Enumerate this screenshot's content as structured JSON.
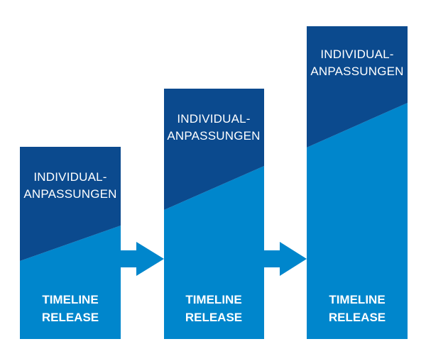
{
  "colors": {
    "dark_blue": "#0b4a8e",
    "light_blue": "#0086cc",
    "background": "#ffffff"
  },
  "columns": [
    {
      "top_line1": "INDIVIDUAL-",
      "top_line2": "ANPASSUNGEN",
      "bottom_line1": "TIMELINE",
      "bottom_line2": "RELEASE"
    },
    {
      "top_line1": "INDIVIDUAL-",
      "top_line2": "ANPASSUNGEN",
      "bottom_line1": "TIMELINE",
      "bottom_line2": "RELEASE"
    },
    {
      "top_line1": "INDIVIDUAL-",
      "top_line2": "ANPASSUNGEN",
      "bottom_line1": "TIMELINE",
      "bottom_line2": "RELEASE"
    }
  ],
  "arrows": [
    {
      "icon": "arrow-right-icon"
    },
    {
      "icon": "arrow-right-icon"
    }
  ]
}
